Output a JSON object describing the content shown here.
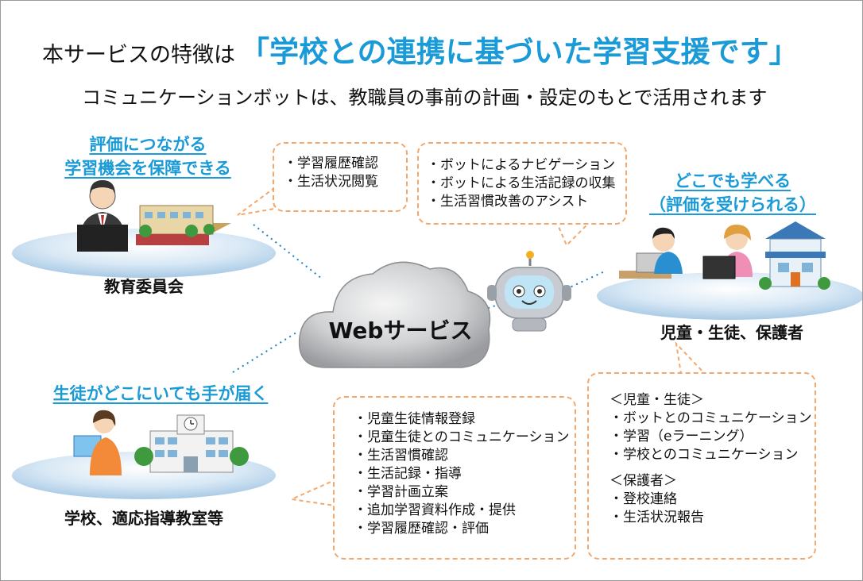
{
  "title": {
    "prefix": "本サービスの特徴は",
    "main": "「学校との連携に基づいた学習支援です」"
  },
  "subtitle": "コミュニケーションボットは、教職員の事前の計画・設定のもとで活用されます",
  "center": {
    "label": "Webサービス"
  },
  "board": {
    "feature_lines": [
      "評価につながる",
      "学習機会を保障できる"
    ],
    "label": "教育委員会",
    "bubble_items": [
      "・学習履歴確認",
      "・生活状況閲覧"
    ]
  },
  "bot": {
    "bubble_items": [
      "・ボットによるナビゲーション",
      "・ボットによる生活記録の収集",
      "・生活習慣改善のアシスト"
    ]
  },
  "students": {
    "feature_lines": [
      "どこでも学べる",
      "（評価を受けられる）"
    ],
    "label": "児童・生徒、保護者",
    "bubble_items": [
      "＜児童・生徒＞",
      "・ボットとのコミュニケーション",
      "・学習（eラーニング）",
      "・学校とのコミュニケーション",
      "",
      "＜保護者＞",
      "・登校連絡",
      "・生活状況報告"
    ]
  },
  "school": {
    "feature_lines": [
      "生徒がどこにいても手が届く"
    ],
    "label": "学校、適応指導教室等",
    "bubble_items": [
      "・児童生徒情報登録",
      "・児童生徒とのコミュニケーション",
      "・生活習慣確認",
      "・生活記録・指導",
      "・学習計画立案",
      "・追加学習資料作成・提供",
      "・学習履歴確認・評価"
    ]
  },
  "colors": {
    "accent": "#1a9ad6",
    "bubble_border": "#f4a76a",
    "platform": "#bcd8ee",
    "cloud": "#c4c6c8"
  }
}
